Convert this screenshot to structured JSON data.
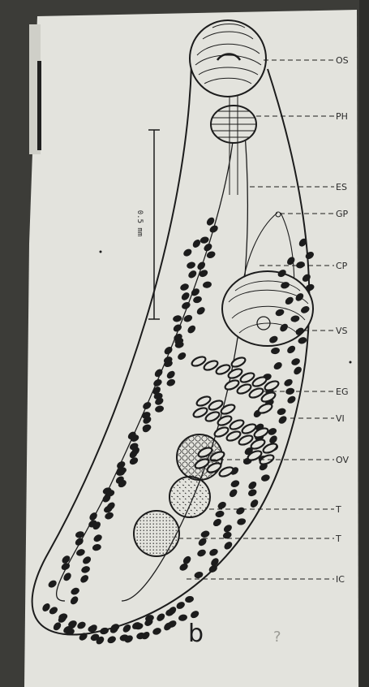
{
  "figure": {
    "panel_letter": "b",
    "scale_bar_label": "0.5 mm",
    "stray_mark": "?"
  },
  "labels": [
    {
      "key": "os",
      "text": "OS"
    },
    {
      "key": "ph",
      "text": "PH"
    },
    {
      "key": "es",
      "text": "ES"
    },
    {
      "key": "gp",
      "text": "GP"
    },
    {
      "key": "cp",
      "text": "CP"
    },
    {
      "key": "vs",
      "text": "VS"
    },
    {
      "key": "eg",
      "text": "EG"
    },
    {
      "key": "vi",
      "text": "VI"
    },
    {
      "key": "ov",
      "text": "OV"
    },
    {
      "key": "t1",
      "text": "T"
    },
    {
      "key": "t2",
      "text": "T"
    },
    {
      "key": "ic",
      "text": "IC"
    }
  ],
  "colors": {
    "paper": "#e3e3dd",
    "ink": "#1c1c1c",
    "background": "#3c3c38"
  }
}
